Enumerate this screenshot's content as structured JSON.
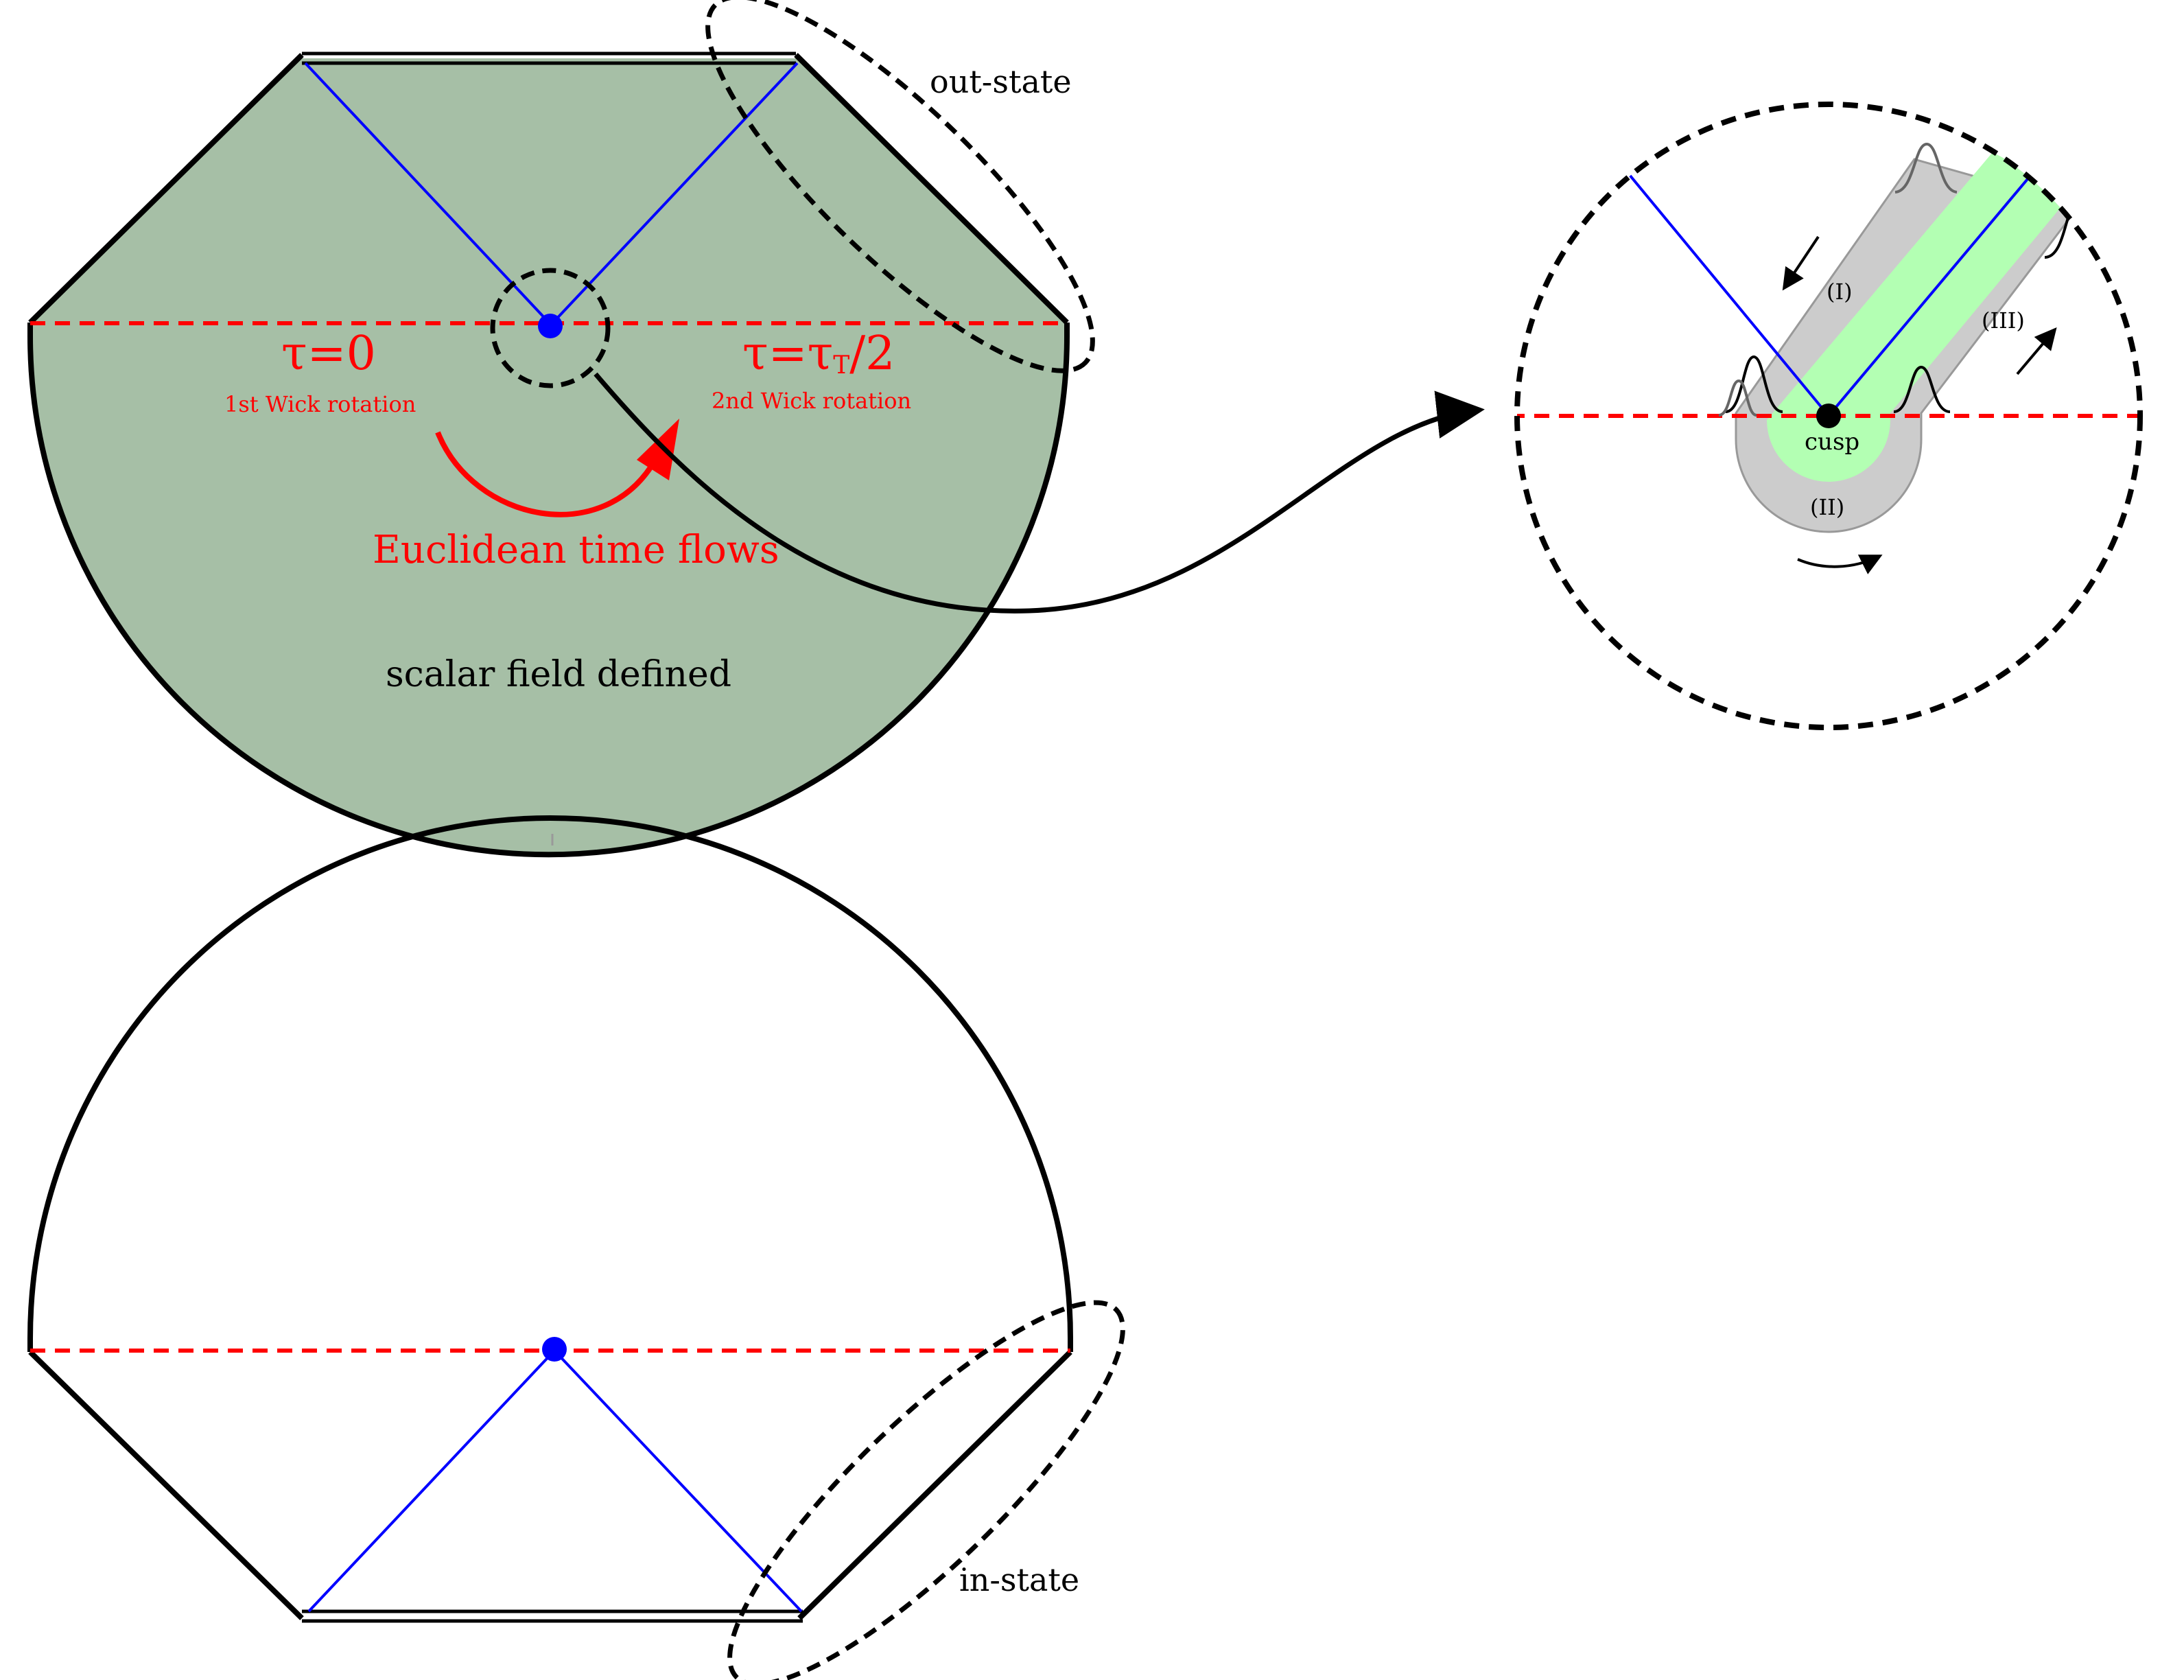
{
  "colors": {
    "fill_green": "#a6bfa6",
    "outline": "#000000",
    "null_line": "#0000ff",
    "slice_line": "#ff0000",
    "label_red": "#ff0000",
    "band_gray": "#cccccc",
    "band_green": "#b3ffb3",
    "cusp_point": "#000000"
  },
  "labels": {
    "out_state": "out-state",
    "in_state": "in-state",
    "tau_zero": "τ=0",
    "tau_half_prefix": "τ=τ",
    "tau_half_subscript": "T",
    "tau_half_suffix": "/2",
    "first_wick": "1st Wick rotation",
    "second_wick": "2nd Wick rotation",
    "euclidean_flow": "Euclidean time flows",
    "scalar_field": "scalar field defined",
    "cusp": "cusp",
    "region_1": "(I)",
    "region_2": "(II)",
    "region_3": "(III)"
  }
}
